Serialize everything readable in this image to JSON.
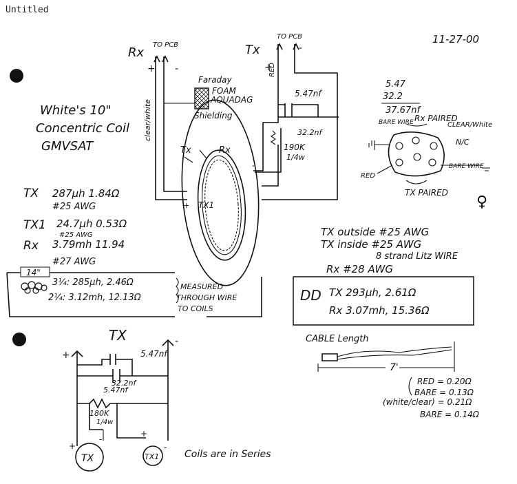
{
  "window": {
    "title": "Untitled"
  },
  "header": {
    "date": "11-27-00"
  },
  "rx_terminal": {
    "label": "Rx",
    "to": "TO PCB",
    "plus": "+",
    "minus": "-",
    "wire": "clear/white"
  },
  "tx_terminal": {
    "label": "Tx",
    "to": "TO PCB",
    "plus": "+",
    "minus": "-",
    "wire": "RED"
  },
  "shield": {
    "line1": "Faraday",
    "line2": "FOAM",
    "line3": "AQUADAG",
    "line4": "Shielding"
  },
  "coil_title": {
    "line1": "White's 10\"",
    "line2": "Concentric Coil",
    "line3": "GMVSAT"
  },
  "coil_labels": {
    "tx": "Tx",
    "rx": "Rx",
    "tx1": "TX1",
    "plus": "+",
    "minus": "-"
  },
  "caps": {
    "c1": "5.47nf",
    "c2": "32.2nf",
    "resistor": "190K",
    "watt": "1/4w"
  },
  "calc": {
    "v1": "5.47",
    "v2": "32.2",
    "sum": "37.67nf"
  },
  "connector": {
    "bare_wire_left": "BARE WIRE",
    "rx_paired": "Rx PAIRED",
    "clear_white": "CLEAR/White",
    "nc": "N/C",
    "bare_wire_right": "BARE WIRE",
    "red": "RED",
    "tx_paired": "TX PAIRED",
    "symbol": "♀"
  },
  "specs": [
    {
      "name": "TX",
      "value": "287μh 1.84Ω",
      "awg": "#25 AWG"
    },
    {
      "name": "TX1",
      "value": "24.7μh 0.53Ω",
      "awg": "#25 AWG"
    },
    {
      "name": "Rx",
      "value": "3.79mh 11.94",
      "awg": "#27 AWG"
    }
  ],
  "box_14": {
    "size": "14\"",
    "line1": "3¼: 285μh, 2.46Ω",
    "line2": "2¼: 3.12mh, 12.13Ω",
    "note1": "MEASURED",
    "note2": "THROUGH WIRE",
    "note3": "TO COILS"
  },
  "wire_notes": {
    "line1": "TX outside #25 AWG",
    "line2": "TX inside #25 AWG",
    "line3": "8 strand Litz WIRE",
    "line4": "Rx #28 AWG"
  },
  "dd_box": {
    "label": "DD",
    "tx": "TX  293μh, 2.61Ω",
    "rx": "Rx  3.07mh, 15.36Ω"
  },
  "cable": {
    "title": "CABLE Length",
    "length": "7'",
    "red": "RED = 0.20Ω",
    "bare1": "BARE = 0.13Ω",
    "white": "(white/clear) = 0.21Ω",
    "bare2": "BARE = 0.14Ω"
  },
  "schematic": {
    "title": "TX",
    "left_sign": "+",
    "right_sign": "-",
    "c1": "5.47nf",
    "c2": "32.2nf",
    "resistor": "180K",
    "watt": "1/4w",
    "coil1": "TX",
    "coil2": "TX1",
    "plus": "+",
    "minus": "-",
    "note": "Coils are in Series"
  }
}
